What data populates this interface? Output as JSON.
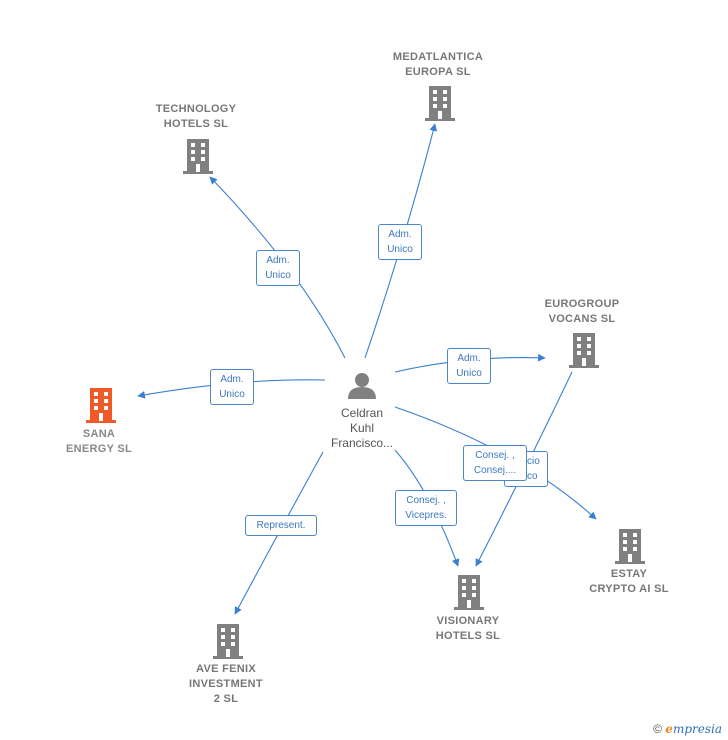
{
  "colors": {
    "edge": "#3a7fd0",
    "company": "#808080",
    "company_highlight": "#f05a28",
    "person": "#808080"
  },
  "person": {
    "label": "Celdran\nKuhl\nFrancisco..."
  },
  "companies": [
    {
      "id": "technology",
      "label": "TECHNOLOGY\nHOTELS  SL"
    },
    {
      "id": "medatlantica",
      "label": "MEDATLANTICA\nEUROPA SL"
    },
    {
      "id": "eurogroup",
      "label": "EUROGROUP\nVOCANS  SL"
    },
    {
      "id": "sana",
      "label": "SANA\nENERGY  SL",
      "highlight": true
    },
    {
      "id": "estay",
      "label": "ESTAY\nCRYPTO AI  SL"
    },
    {
      "id": "visionary",
      "label": "VISIONARY\nHOTELS  SL"
    },
    {
      "id": "avefenix",
      "label": "AVE FENIX\nINVESTMENT\n2 SL"
    }
  ],
  "edges": [
    {
      "to": "technology",
      "label": "Adm.\nUnico"
    },
    {
      "to": "medatlantica",
      "label": "Adm.\nUnico"
    },
    {
      "to": "eurogroup",
      "label": "Adm.\nUnico"
    },
    {
      "to": "sana",
      "label": "Adm.\nUnico"
    },
    {
      "to": "estay",
      "label": "Consej. ,\nConsej...."
    },
    {
      "to": "visionary",
      "label": "Consej. ,\nVicepres."
    },
    {
      "to": "visionary",
      "label": "cio\nco",
      "from": "eurogroup"
    },
    {
      "to": "avefenix",
      "label": "Represent."
    }
  ],
  "footer": {
    "copyright": "©",
    "brand_e": "e",
    "brand_rest": "mpresia"
  }
}
